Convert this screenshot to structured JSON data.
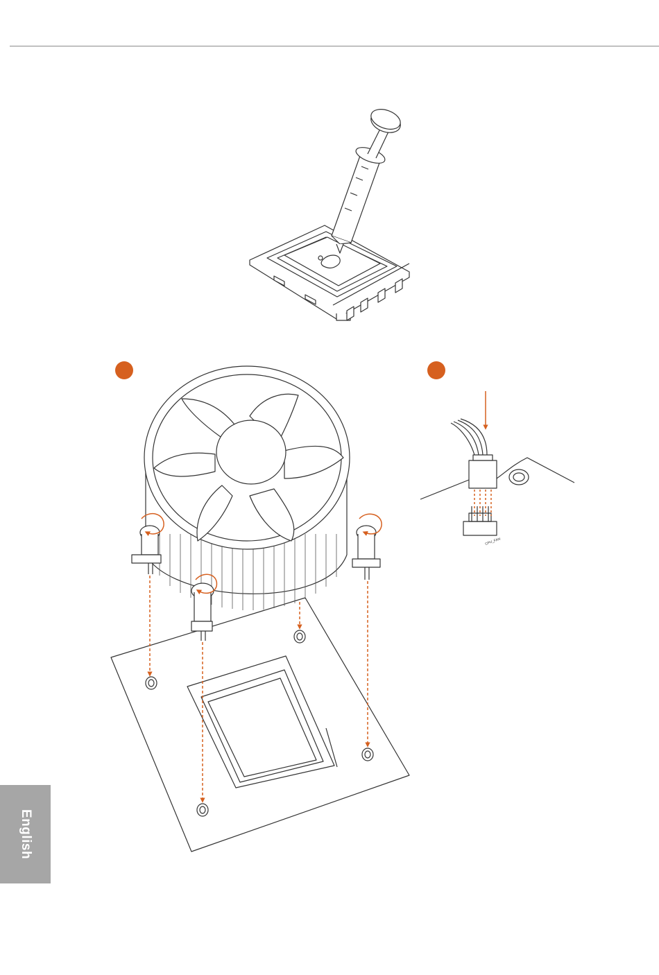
{
  "sidebar": {
    "language_label": "English"
  },
  "steps": [
    {
      "name": "step-1-marker",
      "label": ""
    },
    {
      "name": "step-2-marker",
      "label": ""
    }
  ],
  "connector": {
    "header_label": "CPU_FAN"
  },
  "colors": {
    "accent": "#d6601f",
    "line": "#333333",
    "tab_bg": "#a6a6a6",
    "rule": "#8a8a8a"
  }
}
